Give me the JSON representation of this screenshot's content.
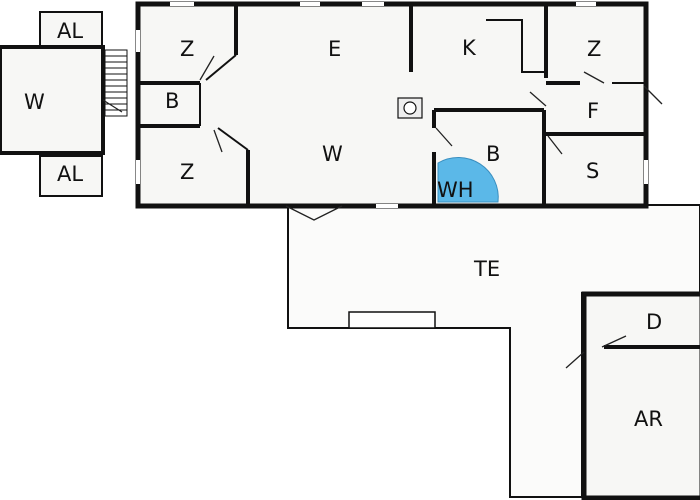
{
  "colors": {
    "wall": "#111111",
    "floor": "#f7f7f5",
    "background": "#ffffff",
    "hot_tub": "#5bb8e8",
    "door_line": "#222222"
  },
  "icons": {
    "fixture": "round-fixture-icon"
  },
  "rooms": {
    "al_top": "AL",
    "w_annex": "W",
    "al_bottom": "AL",
    "z_top_left": "Z",
    "b_left": "B",
    "z_bottom_left": "Z",
    "e": "E",
    "w_main": "W",
    "k": "K",
    "b_center": "B",
    "wh": "WH",
    "z_top_right": "Z",
    "f": "F",
    "s": "S",
    "te": "TE",
    "d": "D",
    "ar": "AR"
  }
}
